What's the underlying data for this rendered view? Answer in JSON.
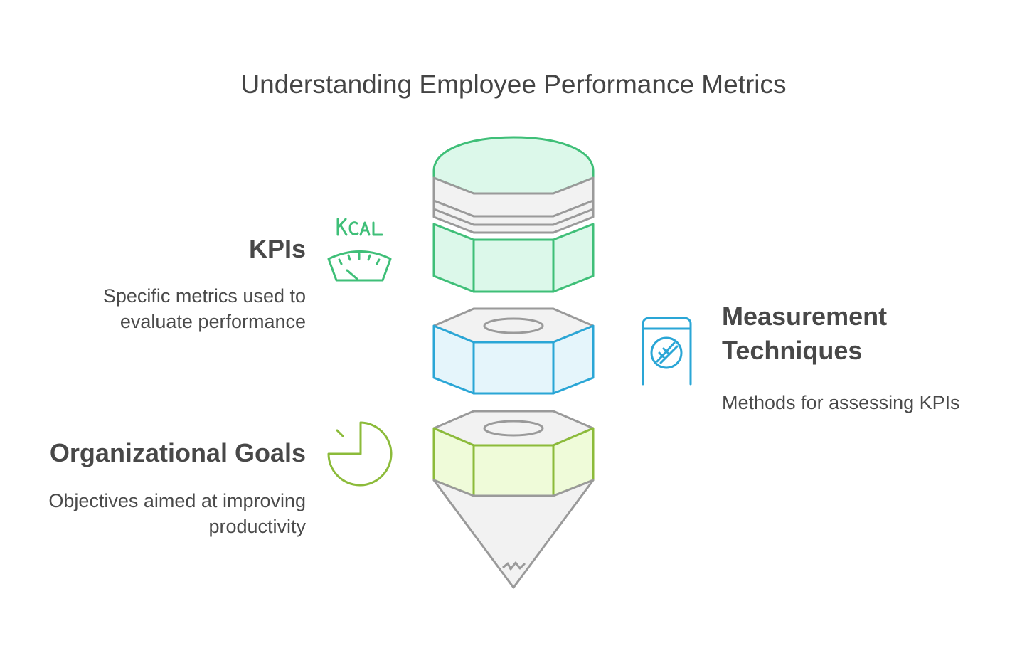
{
  "title": "Understanding Employee Performance Metrics",
  "sections": [
    {
      "heading": "KPIs",
      "description": "Specific metrics used to evaluate performance",
      "icon": "scale-gauge-icon",
      "icon_text": "KCAL",
      "color": "#3fbf78"
    },
    {
      "heading": "Measurement Techniques",
      "description": "Methods for assessing KPIs",
      "icon": "measuring-device-icon",
      "color": "#2aa6d6"
    },
    {
      "heading": "Organizational Goals",
      "description": "Objectives aimed at improving productivity",
      "icon": "pie-timer-icon",
      "color": "#8cbb3a"
    }
  ],
  "colors": {
    "green_stroke": "#3fbf78",
    "green_fill": "#dcf8ea",
    "blue_stroke": "#2aa6d6",
    "blue_fill": "#e5f5fb",
    "lime_stroke": "#8cbb3a",
    "lime_fill": "#effbd9",
    "gray_stroke": "#9a9a9a",
    "gray_fill": "#f2f2f2"
  }
}
